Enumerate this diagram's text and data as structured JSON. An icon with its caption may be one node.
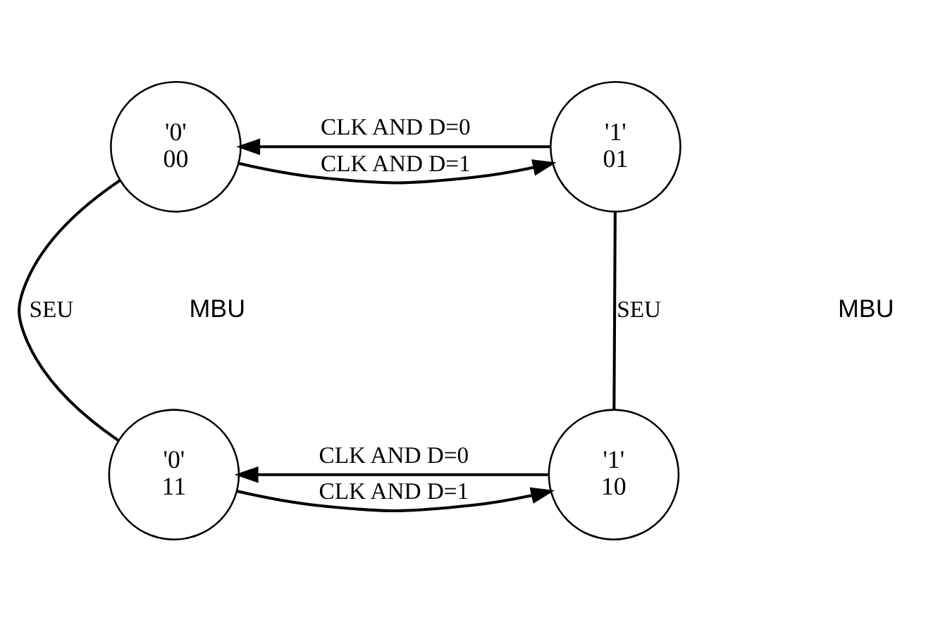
{
  "diagram": {
    "nodes": [
      {
        "text": [
          "'0'",
          "00"
        ]
      },
      {
        "text": [
          "'1'",
          "01"
        ]
      },
      {
        "text": [
          "'0'",
          "11"
        ]
      },
      {
        "text": [
          "'1'",
          "10"
        ]
      }
    ],
    "edges": [
      {
        "from": 1,
        "to": 0,
        "arrow": "to",
        "label": "CLK AND D=0"
      },
      {
        "from": 0,
        "to": 1,
        "arrow": "to",
        "label": "CLK AND D=1"
      },
      {
        "from": 0,
        "to": 2,
        "arrow": "none",
        "label": "SEU"
      },
      {
        "from": 1,
        "to": 3,
        "arrow": "none",
        "label": "SEU"
      },
      {
        "from": 3,
        "to": 2,
        "arrow": "to",
        "label": "CLK AND D=0"
      },
      {
        "from": 2,
        "to": 3,
        "arrow": "to",
        "label": "CLK AND D=1"
      }
    ],
    "labels": [
      "MBU",
      "MBU"
    ]
  }
}
